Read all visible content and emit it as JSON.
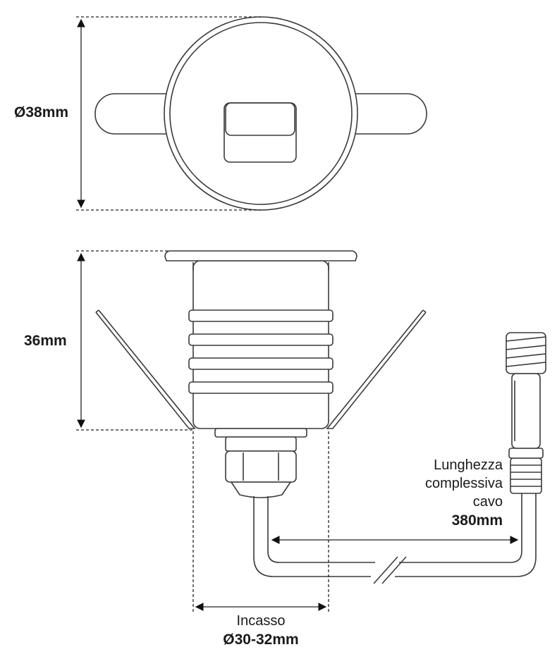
{
  "dimensions": {
    "diameter_label": "Ø38mm",
    "height_label": "36mm"
  },
  "cable": {
    "line1": "Lunghezza",
    "line2": "complessiva",
    "line3": "cavo",
    "length": "380mm"
  },
  "recess": {
    "label": "Incasso",
    "size": "Ø30-32mm"
  },
  "colors": {
    "stroke": "#3a3a3a",
    "dashed": "#222222",
    "text": "#1a1a1a"
  }
}
